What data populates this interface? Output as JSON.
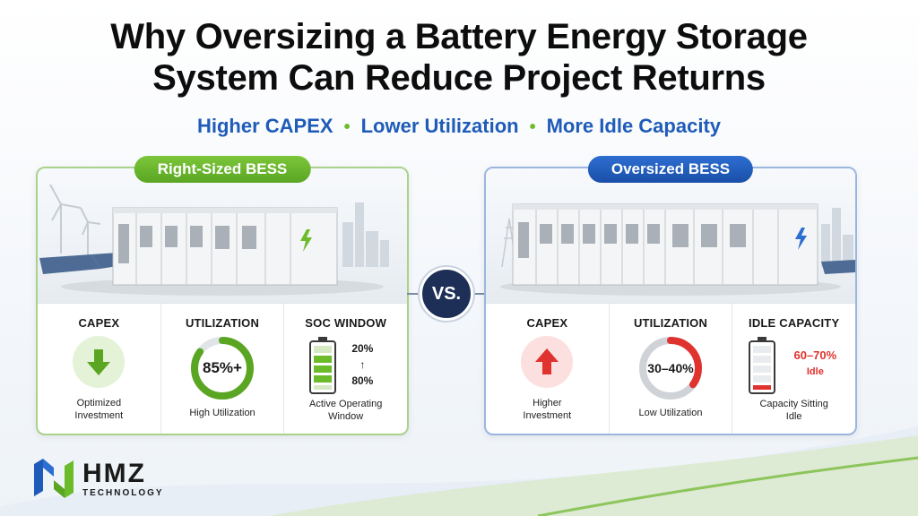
{
  "title_line1": "Why Oversizing a Battery Energy Storage",
  "title_line2": "System Can Reduce Project Returns",
  "subtitle": {
    "part1": "Higher CAPEX",
    "part2": "Lower Utilization",
    "part3": "More Idle Capacity",
    "separator": "•"
  },
  "vs_label": "VS.",
  "left": {
    "label": "Right-Sized BESS",
    "capex_title": "CAPEX",
    "capex_caption_1": "Optimized",
    "capex_caption_2": "Investment",
    "util_title": "UTILIZATION",
    "util_value": "85%+",
    "util_fraction": 0.85,
    "util_caption": "High Utilization",
    "soc_title": "SOC WINDOW",
    "soc_high": "20%",
    "soc_arrow": "↑",
    "soc_low": "80%",
    "soc_caption_1": "Active Operating",
    "soc_caption_2": "Window"
  },
  "right": {
    "label": "Oversized BESS",
    "capex_title": "CAPEX",
    "capex_caption_1": "Higher",
    "capex_caption_2": "Investment",
    "util_title": "UTILIZATION",
    "util_value": "30–40%",
    "util_fraction": 0.35,
    "util_caption": "Low Utilization",
    "idle_title": "IDLE CAPACITY",
    "idle_value": "60–70%",
    "idle_unit": "Idle",
    "idle_caption_1": "Capacity Sitting",
    "idle_caption_2": "Idle"
  },
  "logo": {
    "name": "HMZ",
    "tagline": "TECHNOLOGY"
  },
  "colors": {
    "green": "#6cbb2a",
    "blue": "#1f5bb8",
    "red": "#e0322e",
    "navy": "#1d2f57"
  }
}
